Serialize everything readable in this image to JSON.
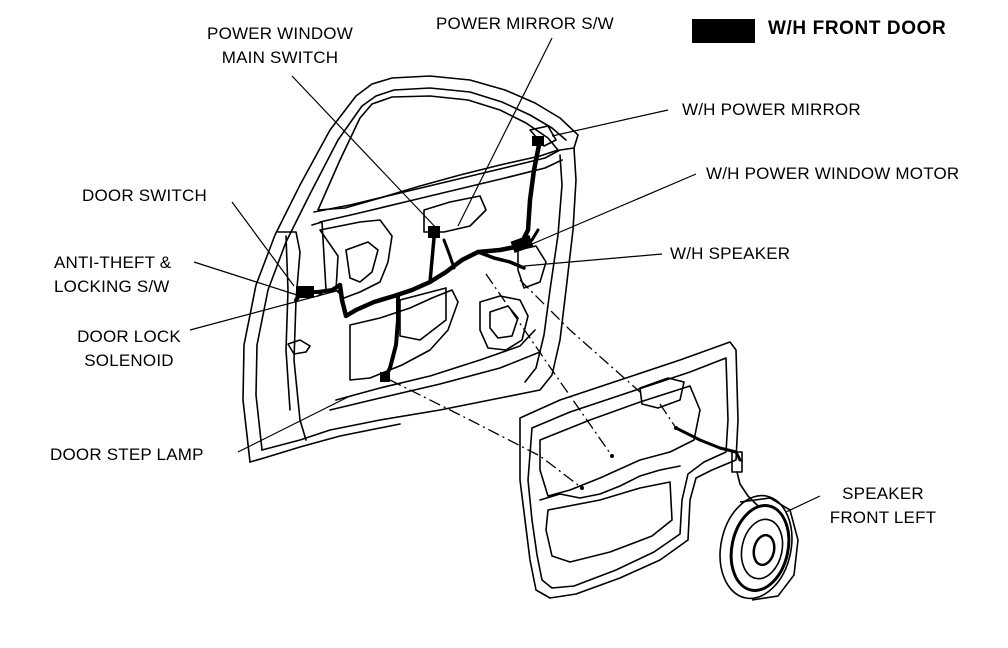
{
  "legend": {
    "title": "W/H FRONT DOOR",
    "swatch_color": "#000000"
  },
  "labels": {
    "power_window_main_switch": [
      "POWER WINDOW",
      "MAIN SWITCH"
    ],
    "power_mirror_sw": "POWER MIRROR S/W",
    "wh_power_mirror": "W/H POWER MIRROR",
    "wh_power_window_motor": "W/H POWER WINDOW MOTOR",
    "wh_speaker": "W/H SPEAKER",
    "door_switch": "DOOR SWITCH",
    "anti_theft_locking_sw": [
      "ANTI-THEFT &",
      "LOCKING S/W"
    ],
    "door_lock_solenoid": [
      "DOOR LOCK",
      "SOLENOID"
    ],
    "door_step_lamp": "DOOR STEP LAMP",
    "speaker_front_left": [
      "SPEAKER",
      "FRONT LEFT"
    ]
  },
  "colors": {
    "ink": "#000000",
    "paper": "#ffffff"
  }
}
